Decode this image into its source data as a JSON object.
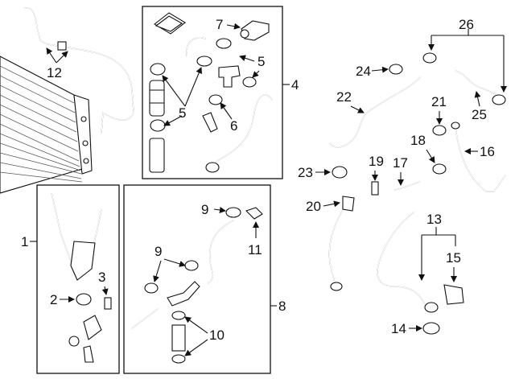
{
  "diagram": {
    "callouts": {
      "c1": "1",
      "c2": "2",
      "c3": "3",
      "c4": "4",
      "c5a": "5",
      "c5b": "5",
      "c6": "6",
      "c7": "7",
      "c8": "8",
      "c9a": "9",
      "c9b": "9",
      "c10": "10",
      "c11": "11",
      "c12": "12",
      "c13": "13",
      "c14": "14",
      "c15": "15",
      "c16": "16",
      "c17": "17",
      "c18": "18",
      "c19": "19",
      "c20": "20",
      "c21": "21",
      "c22": "22",
      "c23": "23",
      "c24": "24",
      "c25": "25",
      "c26": "26"
    }
  }
}
